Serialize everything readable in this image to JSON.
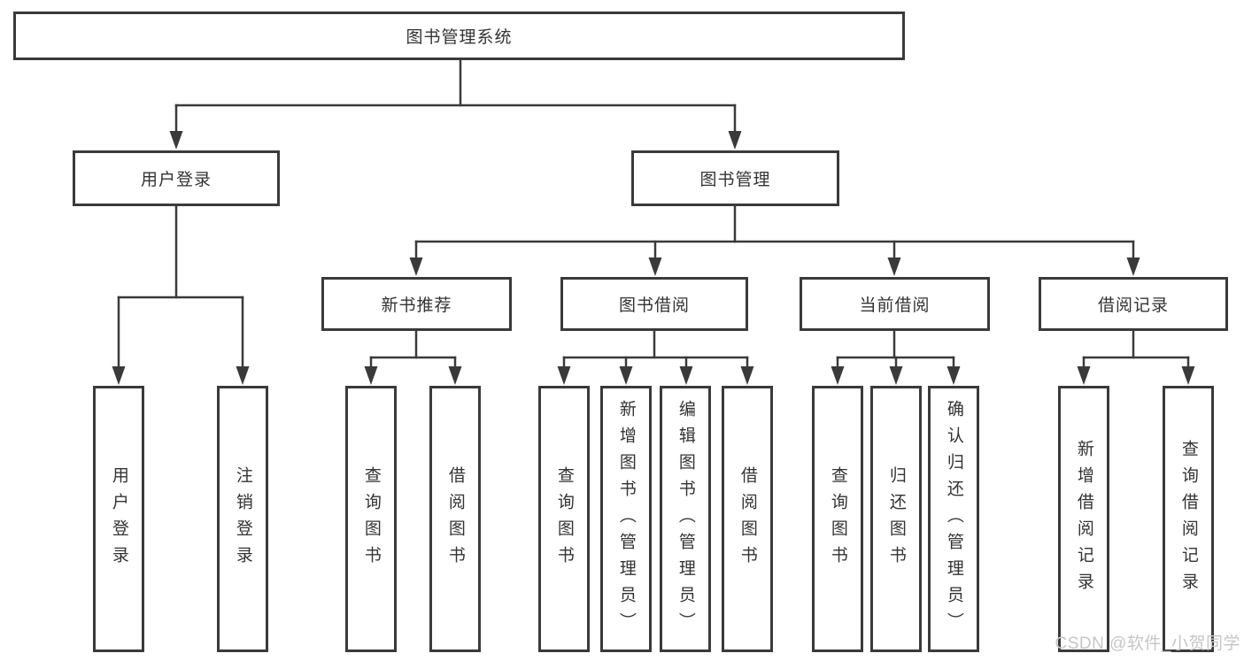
{
  "diagram_type": "hierarchy-tree",
  "title": "图书管理系统",
  "colors": {
    "line": "#3a3a3a",
    "text": "#333333",
    "background": "#ffffff",
    "watermark": "#c6c6c6"
  },
  "tree": {
    "root": {
      "label": "图书管理系统"
    },
    "level2": [
      {
        "label": "用户登录"
      },
      {
        "label": "图书管理"
      }
    ],
    "level3": [
      {
        "label": "新书推荐",
        "parent": "图书管理"
      },
      {
        "label": "图书借阅",
        "parent": "图书管理"
      },
      {
        "label": "当前借阅",
        "parent": "图书管理"
      },
      {
        "label": "借阅记录",
        "parent": "图书管理"
      }
    ],
    "leaves": [
      {
        "label": "用户登录",
        "parent": "用户登录"
      },
      {
        "label": "注销登录",
        "parent": "用户登录"
      },
      {
        "label": "查询图书",
        "parent": "新书推荐"
      },
      {
        "label": "借阅图书",
        "parent": "新书推荐"
      },
      {
        "label": "查询图书",
        "parent": "图书借阅"
      },
      {
        "label": "新增图书（管理员）",
        "parent": "图书借阅"
      },
      {
        "label": "编辑图书（管理员）",
        "parent": "图书借阅"
      },
      {
        "label": "借阅图书",
        "parent": "图书借阅"
      },
      {
        "label": "查询图书",
        "parent": "当前借阅"
      },
      {
        "label": "归还图书",
        "parent": "当前借阅"
      },
      {
        "label": "确认归还（管理员）",
        "parent": "当前借阅"
      },
      {
        "label": "新增借阅记录",
        "parent": "借阅记录"
      },
      {
        "label": "查询借阅记录",
        "parent": "借阅记录"
      }
    ]
  },
  "watermark": "CSDN @软件_小贺同学"
}
